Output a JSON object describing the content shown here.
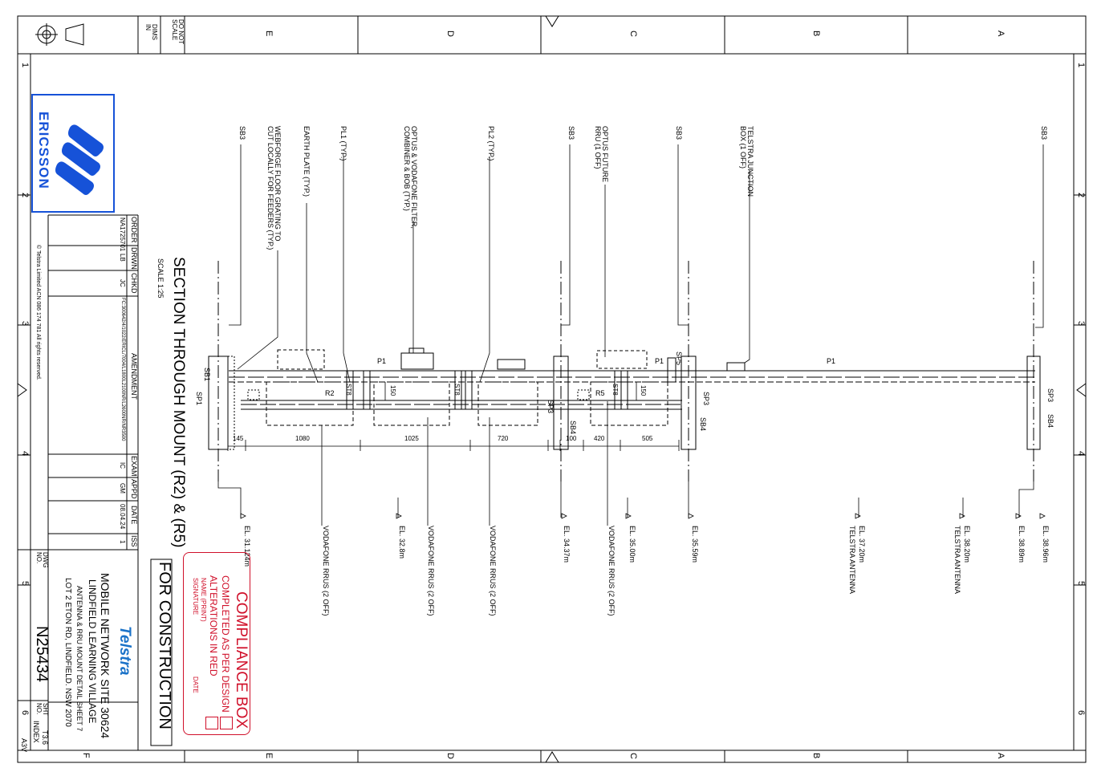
{
  "sheet": {
    "zone_letters": [
      "A",
      "B",
      "C",
      "D",
      "E",
      "F"
    ],
    "zone_numbers": [
      "1",
      "2",
      "3",
      "4",
      "5",
      "6"
    ]
  },
  "header": {
    "do_not_scale": "DO NOT\nSCALE",
    "dims_in": "DIMS\nIN"
  },
  "titles": {
    "section_title": "SECTION THROUGH MOUNT (R2) & (R5)",
    "scale": "SCALE 1:25",
    "for_construction": "FOR CONSTRUCTION"
  },
  "callouts": {
    "sb3_a": "SB3",
    "telstra_junction": "TELSTRA JUNCTION\nBOX (1 OFF)",
    "sb3_b": "SB3",
    "optus_future": "OPTUS FUTURE\nRRU (1 OFF)",
    "sb3_c": "SB3",
    "pl2": "PL2 (TYP.)",
    "optus_vodafone": "OPTUS & VODAFONE FILTER,\nCOMBINER & BOB (TYP.)",
    "pl1": "PL1 (TYP.)",
    "earth_plate": "EARTH PLATE (TYP.)",
    "webforge": "WEBFORGE FLOOR GRATING TO\nCUT LOCALLY FOR FEEDERS (TYP.)",
    "sb3_d": "SB3"
  },
  "drawing_labels": {
    "p1_a": "P1",
    "p1_b": "P1",
    "p1_c": "P1",
    "sp5": "SP5",
    "sp3_a": "SP3",
    "sp3_b": "SP3",
    "sp3_c": "SP3",
    "sp1": "SP1",
    "sb4_a": "SB4",
    "sb4_b": "SB4",
    "sb4_c": "SB4",
    "sb1": "SB1",
    "st8_a": "ST8",
    "st8_b": "ST8",
    "st8_c": "ST8",
    "r5": "R5",
    "r2": "R2",
    "d150_a": "150",
    "d150_b": "150",
    "d505": "505",
    "d420": "420",
    "d100": "100",
    "d720": "720",
    "d1025": "1025",
    "d1080": "1080",
    "d145": "145"
  },
  "elevations": [
    {
      "el": "EL. 38.96m",
      "note": ""
    },
    {
      "el": "EL. 38.89m",
      "note": ""
    },
    {
      "el": "EL. 38.20m",
      "note": "TELSTRA ANTENNA"
    },
    {
      "el": "EL. 37.20m",
      "note": "TELSTRA ANTENNA"
    },
    {
      "el": "EL. 35.59m",
      "note": ""
    },
    {
      "el": "EL. 35.00m",
      "note": ""
    },
    {
      "el": "EL. 34.37m",
      "note": ""
    },
    {
      "el": "EL. 32.8m",
      "note": ""
    },
    {
      "el": "EL. 31.124m",
      "note": ""
    }
  ],
  "rru_labels": {
    "vodafone_1": "VODAFONE RRUS (2 OFF)",
    "vodafone_2": "VODAFONE RRUS (2 OFF)",
    "vodafone_3": "VODAFONE RRUS (2 OFF)",
    "vodafone_4": "VODAFONE RRUS (2 OFF)"
  },
  "revision_table": {
    "headers": [
      "ORDER",
      "DRWN",
      "CHKD",
      "AMENDMENT",
      "EXAM",
      "APPD",
      "DATE",
      "ISS"
    ],
    "row": [
      "NA1725701",
      "LB",
      "JC",
      "FC:300642/4/1022/ERICL/7004/L1800L2100NR/L2600NR/NR3500",
      "IC",
      "GM",
      "08.04.24",
      "1"
    ],
    "copyright": "© Telstra Limited ACN 086 174 781 All rights reserved."
  },
  "compliance": {
    "title": "COMPLIANCE BOX",
    "line1": "COMPLETED AS PER DESIGN",
    "line2": "ALTERATIONS IN RED",
    "name": "NAME (PRINT)",
    "signature": "SIGNATURE",
    "date": "DATE"
  },
  "title_block": {
    "brand": "Telstra",
    "line1": "MOBILE NETWORK SITE 30624",
    "line2": "LINDFIELD LEARNING VILLAGE",
    "line3": "ANTENNA & RRU MOUNT DETAIL SHEET 7",
    "line4": "LOT 2 ETON RD, LINDFIELD. NSW 2070",
    "dwg_no_label": "DWG\nNO.",
    "dwg_no": "N25434",
    "sht_no_label": "SHT\nNO.",
    "sht_no": "T3.6",
    "index": "INDEX",
    "size": "A3V"
  },
  "logo": {
    "ericsson": "ERICSSON",
    "ericsson_color": "#1652d8",
    "telstra_color": "#1a72c8"
  }
}
